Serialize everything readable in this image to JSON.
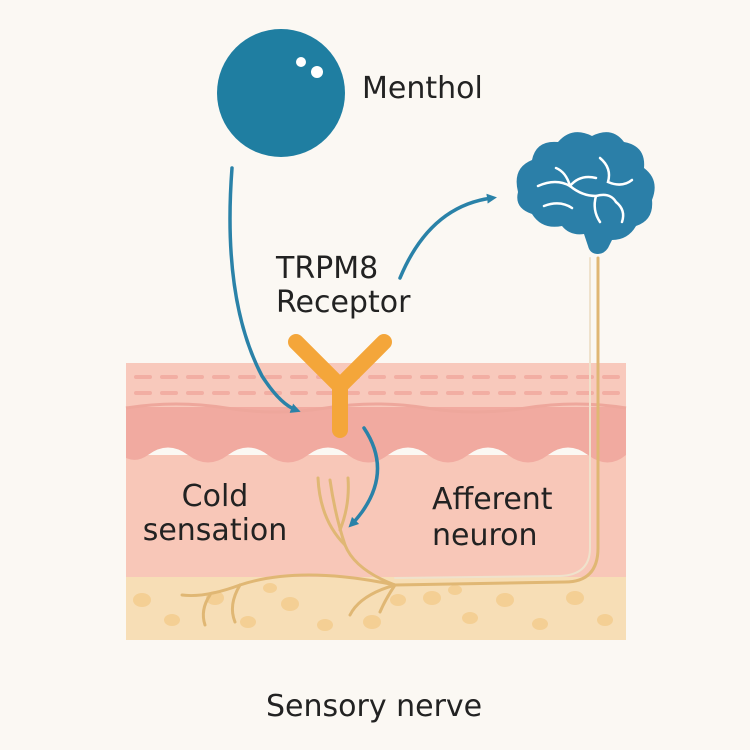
{
  "labels": {
    "menthol": "Menthol",
    "receptor": "TRPM8\nReceptor",
    "cold": "Cold\nsensation",
    "afferent": "Afferent\nneuron",
    "sensory": "Sensory nerve"
  },
  "colors": {
    "molecule": "#1f7ea1",
    "brain": "#2b7fa8",
    "arrow": "#2a82a8",
    "receptor": "#f4a63a",
    "skin_top": "#f8c9bc",
    "skin_mid": "#f1aaa0",
    "skin_deep": "#f8c7b8",
    "fat": "#f7deb6",
    "nerve": "#e0b774"
  },
  "icons": [
    "menthol-molecule-icon",
    "brain-icon",
    "trpm8-receptor-icon"
  ]
}
